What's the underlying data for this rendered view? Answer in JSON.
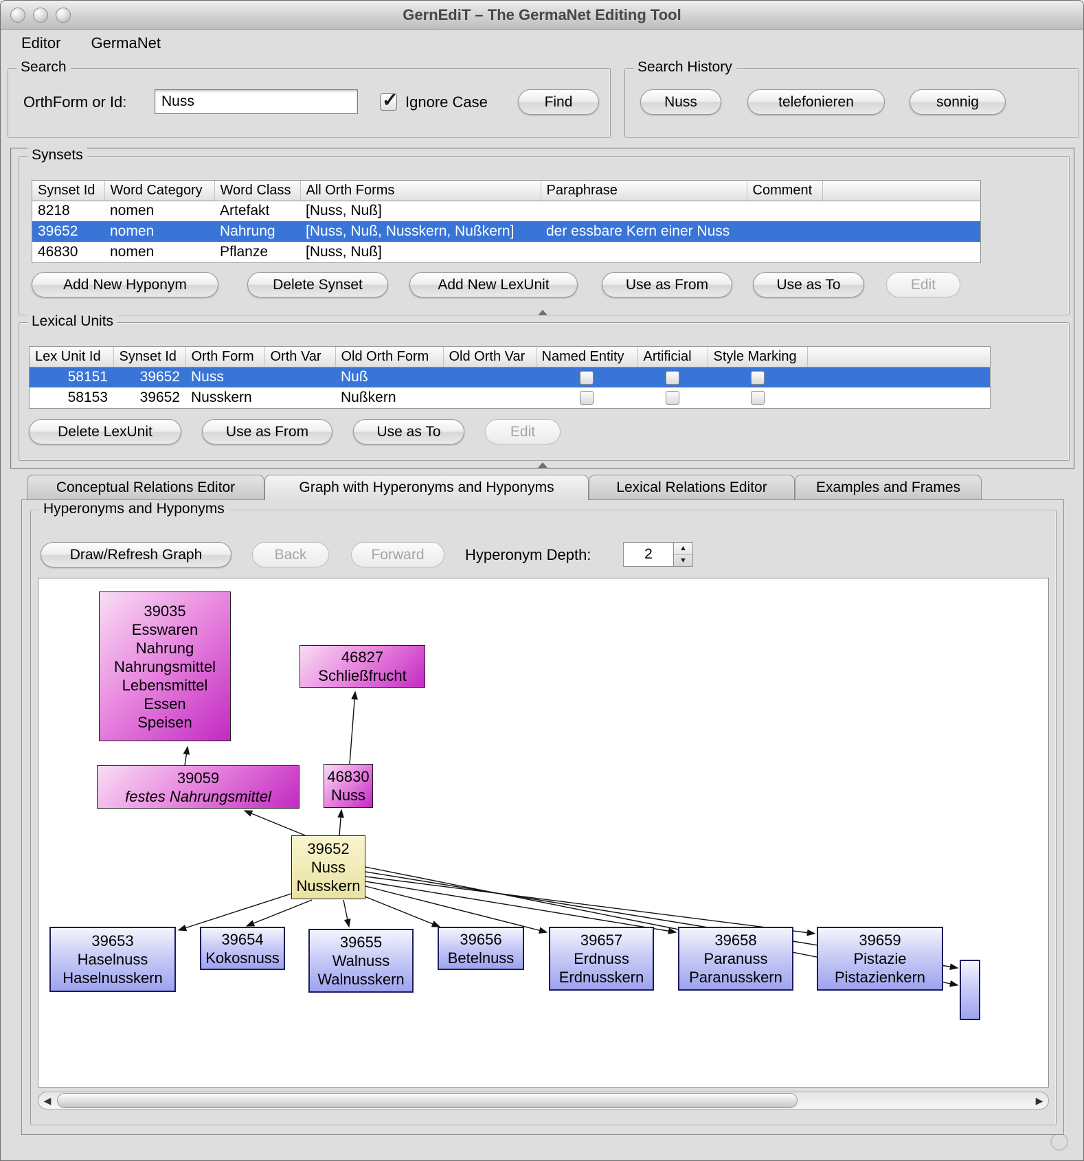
{
  "window": {
    "title": "GernEdiT – The GermaNet Editing Tool"
  },
  "menu": {
    "editor": "Editor",
    "germanet": "GermaNet"
  },
  "search": {
    "group_label": "Search",
    "orthform_label": "OrthForm or Id:",
    "orthform_value": "Nuss",
    "ignore_case_label": "Ignore Case",
    "ignore_case_checked": true,
    "find_button": "Find"
  },
  "search_history": {
    "group_label": "Search History",
    "buttons": [
      {
        "label": "Nuss"
      },
      {
        "label": "telefonieren"
      },
      {
        "label": "sonnig"
      }
    ]
  },
  "synsets": {
    "group_label": "Synsets",
    "columns": [
      "Synset Id",
      "Word Category",
      "Word Class",
      "All Orth Forms",
      "Paraphrase",
      "Comment"
    ],
    "rows": [
      {
        "synset_id": "8218",
        "word_category": "nomen",
        "word_class": "Artefakt",
        "all_orth_forms": "[Nuss, Nuß]",
        "paraphrase": "",
        "comment": "",
        "selected": false
      },
      {
        "synset_id": "39652",
        "word_category": "nomen",
        "word_class": "Nahrung",
        "all_orth_forms": "[Nuss, Nuß, Nusskern, Nußkern]",
        "paraphrase": "der essbare Kern einer Nuss",
        "comment": "",
        "selected": true
      },
      {
        "synset_id": "46830",
        "word_category": "nomen",
        "word_class": "Pflanze",
        "all_orth_forms": "[Nuss, Nuß]",
        "paraphrase": "",
        "comment": "",
        "selected": false
      }
    ],
    "buttons": {
      "add_new_hyponym": "Add New Hyponym",
      "delete_synset": "Delete Synset",
      "add_new_lexunit": "Add New LexUnit",
      "use_as_from": "Use as From",
      "use_as_to": "Use as To",
      "edit": "Edit"
    }
  },
  "lexical_units": {
    "group_label": "Lexical Units",
    "columns": [
      "Lex Unit Id",
      "Synset Id",
      "Orth Form",
      "Orth Var",
      "Old Orth Form",
      "Old Orth Var",
      "Named Entity",
      "Artificial",
      "Style Marking"
    ],
    "rows": [
      {
        "lex_unit_id": "58151",
        "synset_id": "39652",
        "orth_form": "Nuss",
        "orth_var": "",
        "old_orth_form": "Nuß",
        "old_orth_var": "",
        "named_entity": false,
        "artificial": false,
        "style_marking": false,
        "selected": true
      },
      {
        "lex_unit_id": "58153",
        "synset_id": "39652",
        "orth_form": "Nusskern",
        "orth_var": "",
        "old_orth_form": "Nußkern",
        "old_orth_var": "",
        "named_entity": false,
        "artificial": false,
        "style_marking": false,
        "selected": false
      }
    ],
    "buttons": {
      "delete_lexunit": "Delete LexUnit",
      "use_as_from": "Use as From",
      "use_as_to": "Use as To",
      "edit": "Edit"
    }
  },
  "tabs": [
    {
      "label": "Conceptual Relations Editor",
      "active": false
    },
    {
      "label": "Graph with Hyperonyms and Hyponyms",
      "active": true
    },
    {
      "label": "Lexical Relations Editor",
      "active": false
    },
    {
      "label": "Examples and Frames",
      "active": false
    }
  ],
  "graph_panel": {
    "group_label": "Hyperonyms and Hyponyms",
    "draw_refresh_button": "Draw/Refresh Graph",
    "back_button": "Back",
    "forward_button": "Forward",
    "depth_label": "Hyperonym Depth:",
    "depth_value": "2"
  },
  "graph": {
    "nodes": [
      {
        "id": "39035",
        "words": "Esswaren\nNahrung\nNahrungsmittel\nLebensmittel\nEssen\nSpeisen",
        "role": "hyperonym"
      },
      {
        "id": "46827",
        "words": "Schließfrucht",
        "role": "hyperonym"
      },
      {
        "id": "39059",
        "words": "festes Nahrungsmittel",
        "role": "hyperonym"
      },
      {
        "id": "46830",
        "words": "Nuss",
        "role": "hyperonym"
      },
      {
        "id": "39652",
        "words": "Nuss\nNusskern",
        "role": "current"
      },
      {
        "id": "39653",
        "words": "Haselnuss\nHaselnusskern",
        "role": "hyponym"
      },
      {
        "id": "39654",
        "words": "Kokosnuss",
        "role": "hyponym"
      },
      {
        "id": "39655",
        "words": "Walnuss\nWalnusskern",
        "role": "hyponym"
      },
      {
        "id": "39656",
        "words": "Betelnuss",
        "role": "hyponym"
      },
      {
        "id": "39657",
        "words": "Erdnuss\nErdnusskern",
        "role": "hyponym"
      },
      {
        "id": "39658",
        "words": "Paranuss\nParanusskern",
        "role": "hyponym"
      },
      {
        "id": "39659",
        "words": "Pistazie\nPistazienkern",
        "role": "hyponym"
      }
    ]
  },
  "colors": {
    "selection_blue": "#3875d7",
    "hyperonym_node": "#c32ac2",
    "current_node": "#efe9b0",
    "hyponym_node": "#9da3ee"
  }
}
